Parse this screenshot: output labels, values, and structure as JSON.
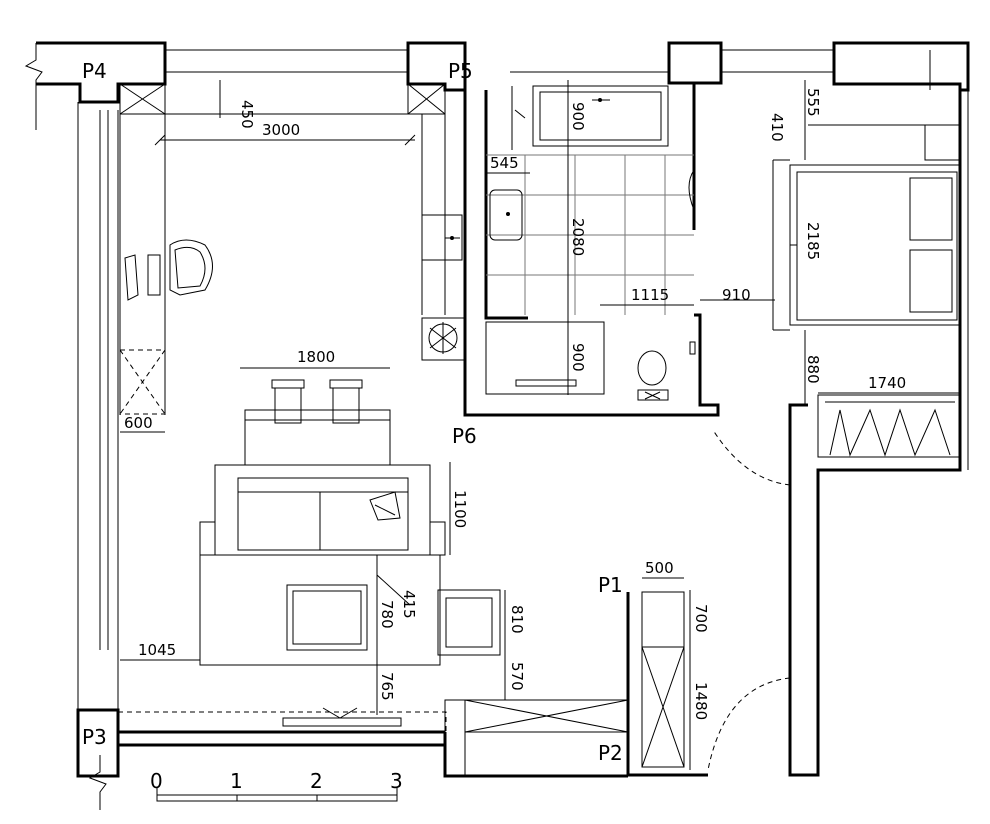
{
  "points": {
    "p1": "P1",
    "p2": "P2",
    "p3": "P3",
    "p4": "P4",
    "p5": "P5",
    "p6": "P6"
  },
  "dimensions": {
    "d450": "450",
    "d3000": "3000",
    "d600": "600",
    "d1800": "1800",
    "d1100": "1100",
    "d415": "415",
    "d780": "780",
    "d810": "810",
    "d1045": "1045",
    "d765": "765",
    "d570": "570",
    "d900_top": "900",
    "d545": "545",
    "d2080": "2080",
    "d1115": "1115",
    "d900_bottom": "900",
    "d910": "910",
    "d555": "555",
    "d410": "410",
    "d2185": "2185",
    "d880": "880",
    "d1740": "1740",
    "d500": "500",
    "d700": "700",
    "d1480": "1480"
  },
  "scale": {
    "t0": "0",
    "t1": "1",
    "t2": "2",
    "t3": "3"
  }
}
